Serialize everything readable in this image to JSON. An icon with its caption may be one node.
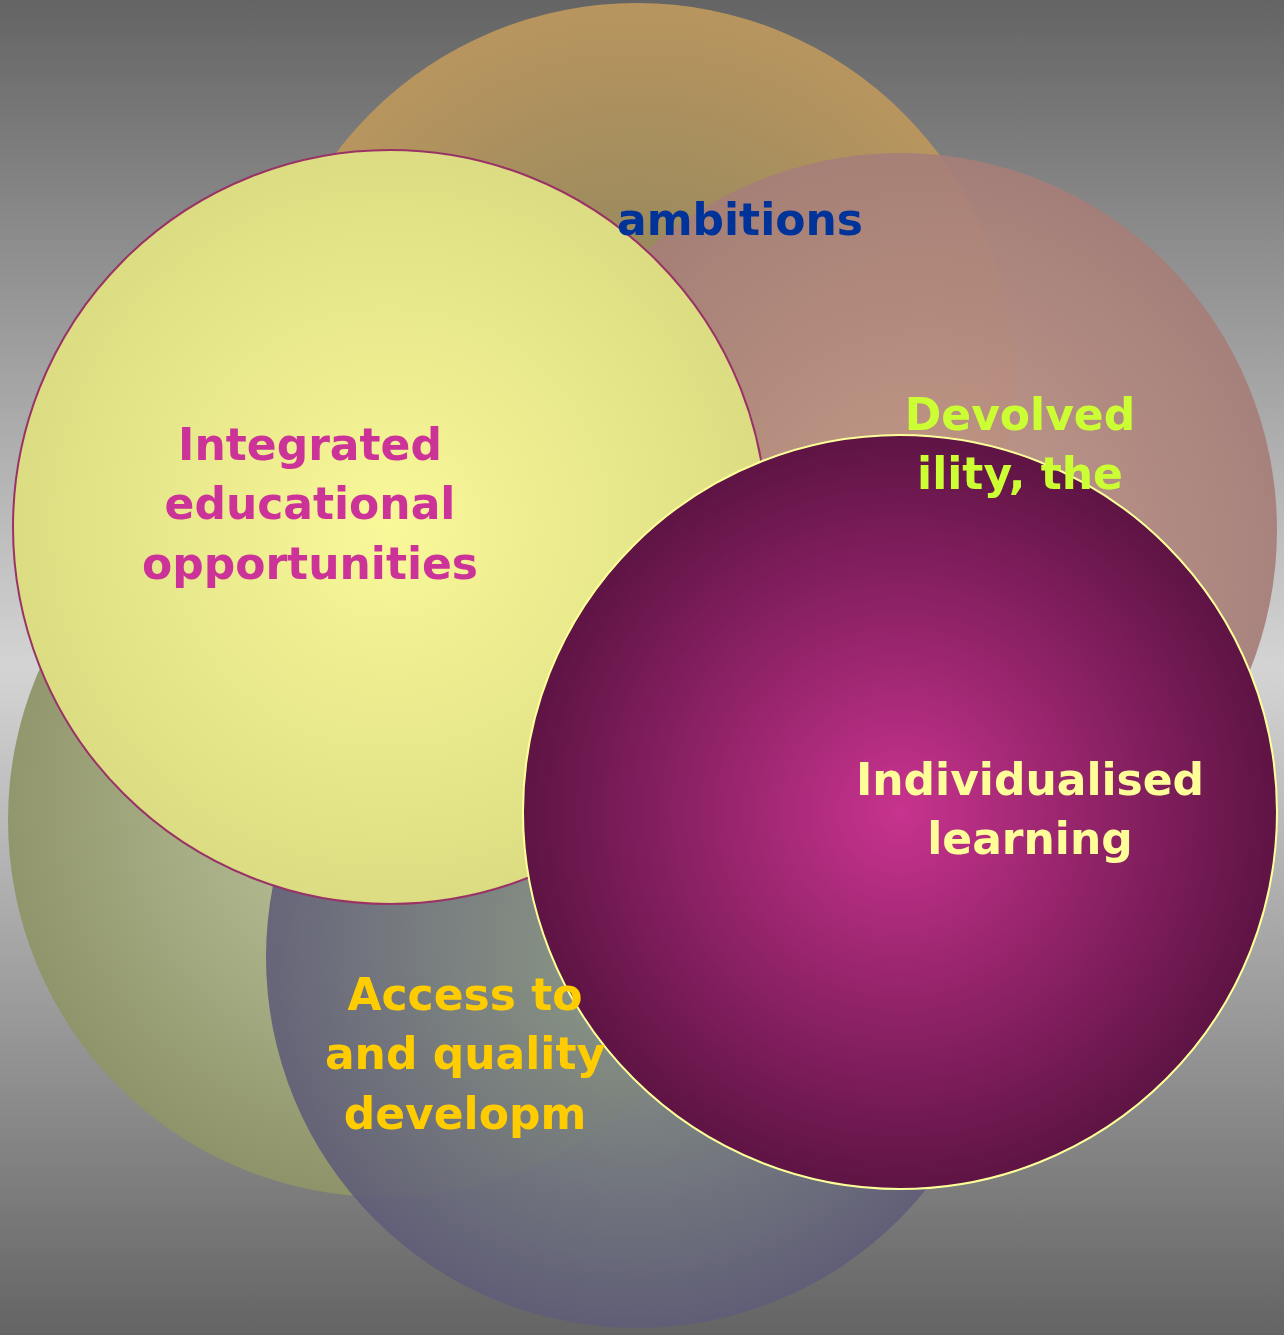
{
  "diagram": {
    "nodes": [
      {
        "text": [
          "ambitions"
        ]
      },
      {
        "text": [
          "Integrated educational opportunities"
        ]
      },
      {
        "text": [
          "Devolved ility, the"
        ]
      },
      {
        "text": [
          "Individualised learning"
        ]
      },
      {
        "text": [],
        "shape": "circle"
      },
      {
        "text": [
          "Access to and quality developm"
        ]
      }
    ]
  }
}
